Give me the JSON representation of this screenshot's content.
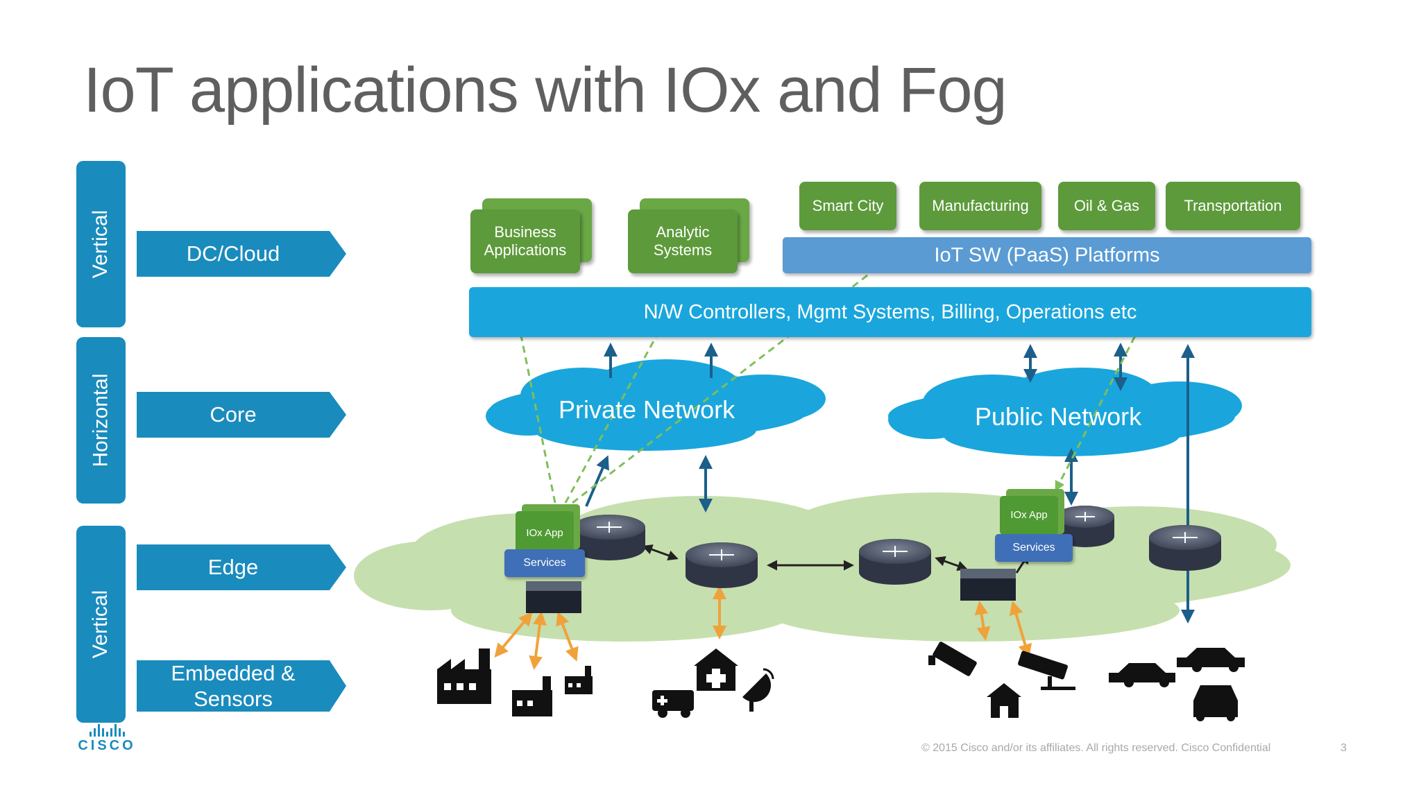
{
  "slide": {
    "title": "IoT applications with IOx and Fog",
    "footer": "© 2015  Cisco and/or its affiliates. All rights reserved.   Cisco Confidential",
    "page_number": "3"
  },
  "logo": {
    "text": "CISCO",
    "color": "#1a8bbd"
  },
  "side_bars": [
    "Vertical",
    "Horizontal",
    "Vertical"
  ],
  "tiers": [
    "DC/Cloud",
    "Core",
    "Edge",
    "Embedded & Sensors"
  ],
  "cloud_apps": [
    "Business Applications",
    "Analytic Systems"
  ],
  "verticals": [
    "Smart City",
    "Manufacturing",
    "Oil & Gas",
    "Transportation"
  ],
  "paas_bar": "IoT SW (PaaS) Platforms",
  "nw_bar": "N/W  Controllers, Mgmt Systems, Billing, Operations etc",
  "networks": [
    "Private Network",
    "Public Network"
  ],
  "fog_nodes": [
    {
      "app": "IOx App",
      "services": "Services"
    },
    {
      "app": "IOx App",
      "services": "Services"
    }
  ],
  "devices": {
    "left_group": [
      "factory-icon",
      "factory-icon",
      "factory-icon"
    ],
    "middle_group": [
      "hospital-icon",
      "ambulance-icon",
      "satellite-dish-icon"
    ],
    "right_group": [
      "security-camera-icon",
      "security-camera-icon",
      "house-icon"
    ],
    "vehicles": [
      "car-icon",
      "car-icon",
      "car-icon"
    ]
  },
  "colors": {
    "primary_blue": "#1a8bbd",
    "nw_blue": "#1aa6dc",
    "paas_blue": "#5a9bd4",
    "app_green": "#5d9a3b",
    "fog_green": "#c6dfae",
    "link_orange": "#f0a23a",
    "dashed_green": "#7fbf5a"
  }
}
